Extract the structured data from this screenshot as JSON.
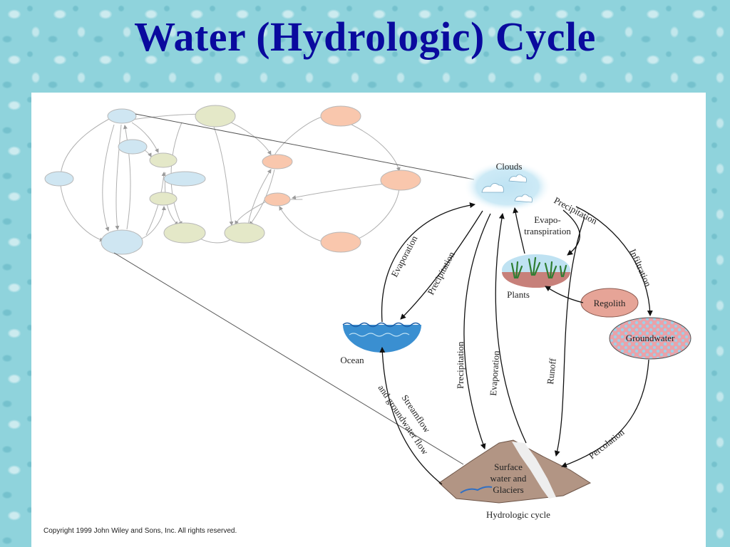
{
  "title": "Water (Hydrologic) Cycle",
  "diagram": {
    "caption": "Hydrologic cycle",
    "copyright": "Copyright 1999 John Wiley and Sons, Inc. All rights reserved.",
    "nodes": {
      "clouds": "Clouds",
      "evapotranspiration_1": "Evapo-",
      "evapotranspiration_2": "transpiration",
      "plants": "Plants",
      "regolith": "Regolith",
      "groundwater": "Groundwater",
      "ocean": "Ocean",
      "surface_1": "Surface",
      "surface_2": "water and",
      "surface_3": "Glaciers"
    },
    "flows": {
      "evaporation_ocean": "Evaporation",
      "precipitation_ocean": "Precipitation",
      "precipitation_plants": "Precipitation",
      "infiltration": "Infiltration",
      "precipitation_land": "Precipitation",
      "evaporation_land": "Evaporation",
      "runoff": "Runoff",
      "percolation": "Percolation",
      "streamflow_1": "Streamflow",
      "streamflow_2": "and groundwater flow"
    }
  },
  "colors": {
    "title": "#0a0a9e",
    "blue_node": "#cfe6f2",
    "green_node": "#e4e8c8",
    "orange_node": "#f9c7ad",
    "regolith": "#e6a497",
    "groundwater": "#e6a0a8"
  }
}
